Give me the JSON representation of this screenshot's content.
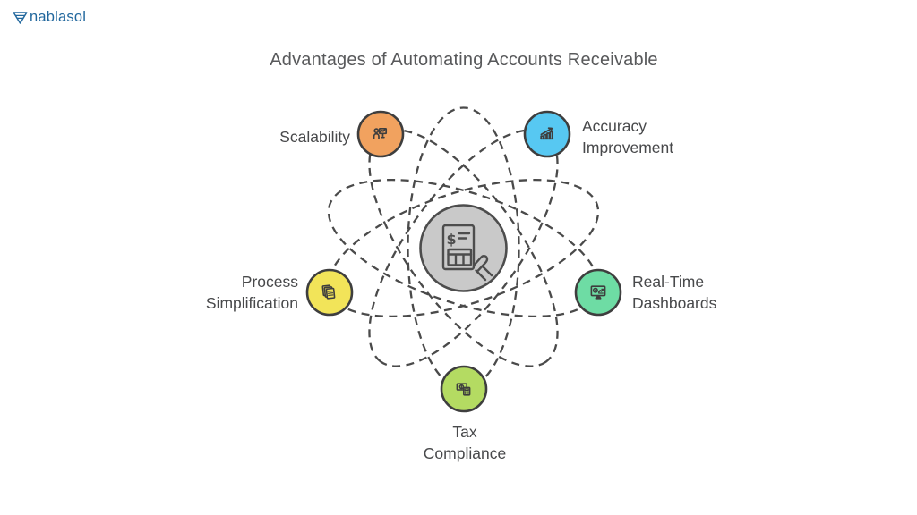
{
  "brand": {
    "name": "nablasol",
    "color": "#21679D"
  },
  "title": "Advantages of Automating Accounts Receivable",
  "diagram": {
    "orbit_color": "#4A4A4A",
    "center": {
      "icon": "invoice-hand-icon",
      "fill": "#C9C9C9",
      "stroke": "#4D4D4D"
    },
    "nodes": [
      {
        "id": "scalability",
        "lines": [
          "Scalability"
        ],
        "color": "#F1A25F",
        "icon": "presentation-growth-icon"
      },
      {
        "id": "accuracy-improvement",
        "lines": [
          "Accuracy",
          "Improvement"
        ],
        "color": "#57C8F2",
        "icon": "bar-chart-arrow-icon"
      },
      {
        "id": "process-simplification",
        "lines": [
          "Process",
          "Simplification"
        ],
        "color": "#F2E459",
        "icon": "stacked-documents-icon"
      },
      {
        "id": "real-time-dashboards",
        "lines": [
          "Real-Time",
          "Dashboards"
        ],
        "color": "#6EDCA4",
        "icon": "dashboard-monitor-icon"
      },
      {
        "id": "tax-compliance",
        "lines": [
          "Tax",
          "Compliance"
        ],
        "color": "#B4DB62",
        "icon": "money-calculator-icon"
      }
    ]
  }
}
